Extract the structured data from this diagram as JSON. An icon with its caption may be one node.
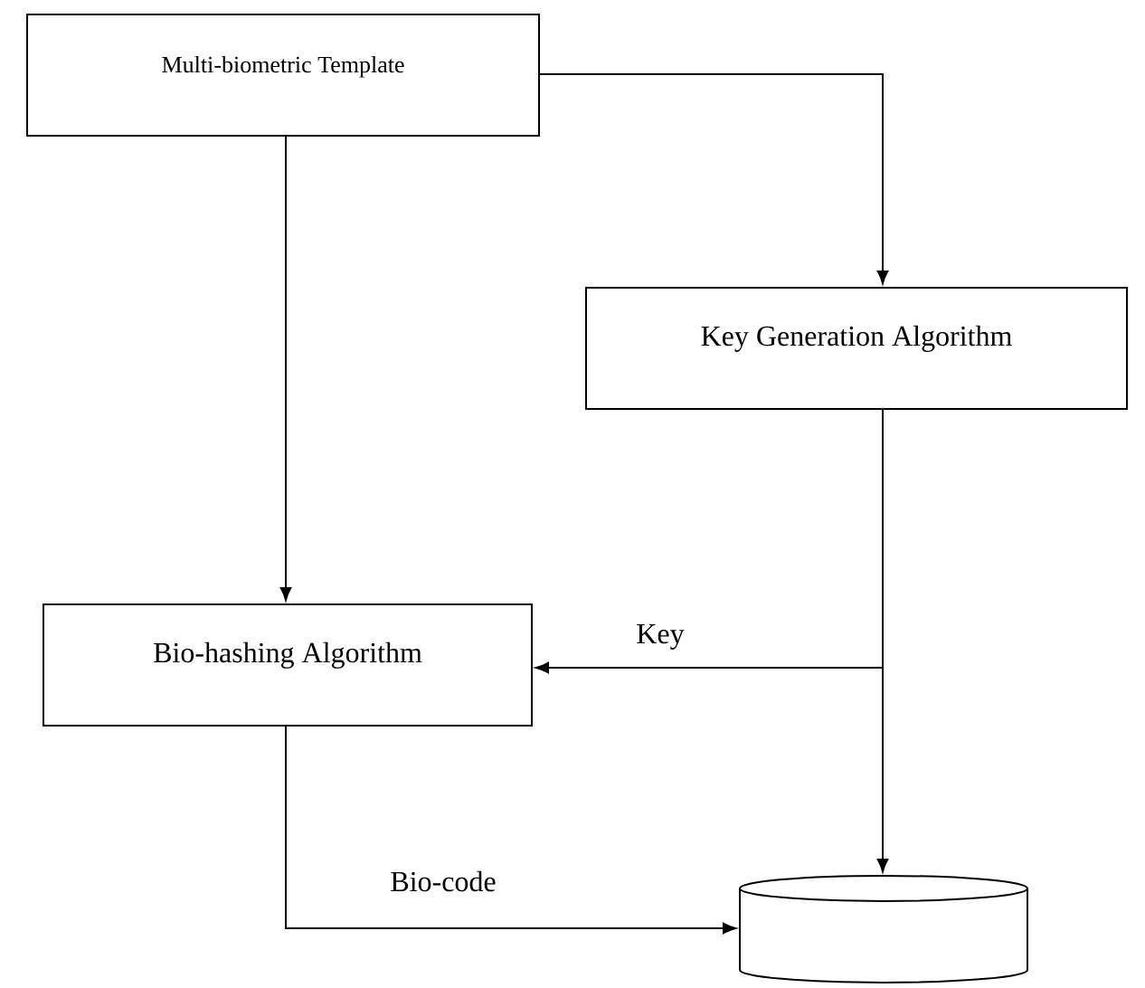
{
  "diagram": {
    "nodes": [
      {
        "text": [
          "Multi-biometric Template"
        ]
      },
      {
        "text": [
          "Key Generation Algorithm"
        ]
      },
      {
        "text": [
          "Bio-hashing Algorithm"
        ]
      },
      {
        "text": [],
        "shape": "cylinder"
      }
    ],
    "edges": [
      {
        "from": 0,
        "to": 1,
        "arrow": "to"
      },
      {
        "from": 0,
        "to": 2,
        "arrow": "to"
      },
      {
        "from": 1,
        "to": 2,
        "arrow": "to",
        "label": "Key"
      },
      {
        "from": 1,
        "to": 3,
        "arrow": "to"
      },
      {
        "from": 2,
        "to": 3,
        "arrow": "to",
        "label": "Bio-code"
      }
    ]
  }
}
